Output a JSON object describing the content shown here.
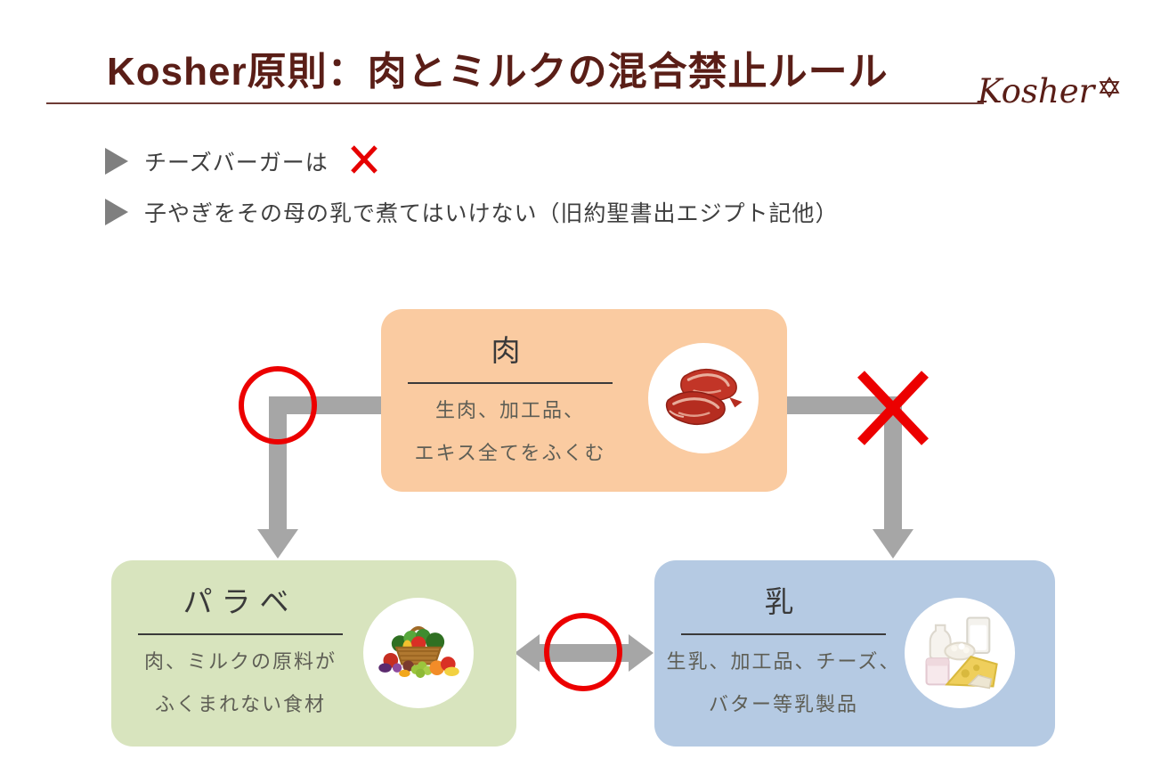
{
  "header": {
    "title": "Kosher原則：肉とミルクの混合禁止ルール",
    "logo_text": "Kosher",
    "logo_star_icon": "star-of-david",
    "title_color": "#5A1E17"
  },
  "bullets": [
    {
      "marker_icon": "right-triangle",
      "text": "チーズバーガーは",
      "mark_icon": "red-x"
    },
    {
      "marker_icon": "right-triangle",
      "text": "子やぎをその母の乳で煮てはいけない（旧約聖書出エジプト記他）"
    }
  ],
  "diagram": {
    "nodes": [
      {
        "id": "meat",
        "title": "肉",
        "lines": [
          "生肉、加工品、",
          "エキス全てをふくむ"
        ],
        "box_color": "#FACBA1",
        "photo_icon": "raw-meat-photo"
      },
      {
        "id": "pareve",
        "title": "パラベ",
        "lines": [
          "肉、ミルクの原料が",
          "ふくまれない食材"
        ],
        "box_color": "#D8E4BE",
        "photo_icon": "vegetable-basket-photo"
      },
      {
        "id": "milk",
        "title": "乳",
        "lines": [
          "生乳、加工品、チーズ、",
          "バター等乳製品"
        ],
        "box_color": "#B5CAE3",
        "photo_icon": "dairy-products-photo"
      }
    ],
    "relations": [
      {
        "from": "肉",
        "to": "パラベ",
        "arrow": "one-way",
        "mark": "allowed-circle"
      },
      {
        "from": "肉",
        "to": "乳",
        "arrow": "one-way",
        "mark": "forbidden-x"
      },
      {
        "from": "パラベ",
        "to": "乳",
        "arrow": "two-way",
        "mark": "allowed-circle"
      }
    ],
    "arrow_color": "#A6A6A6",
    "mark_color": "#EC0000"
  }
}
